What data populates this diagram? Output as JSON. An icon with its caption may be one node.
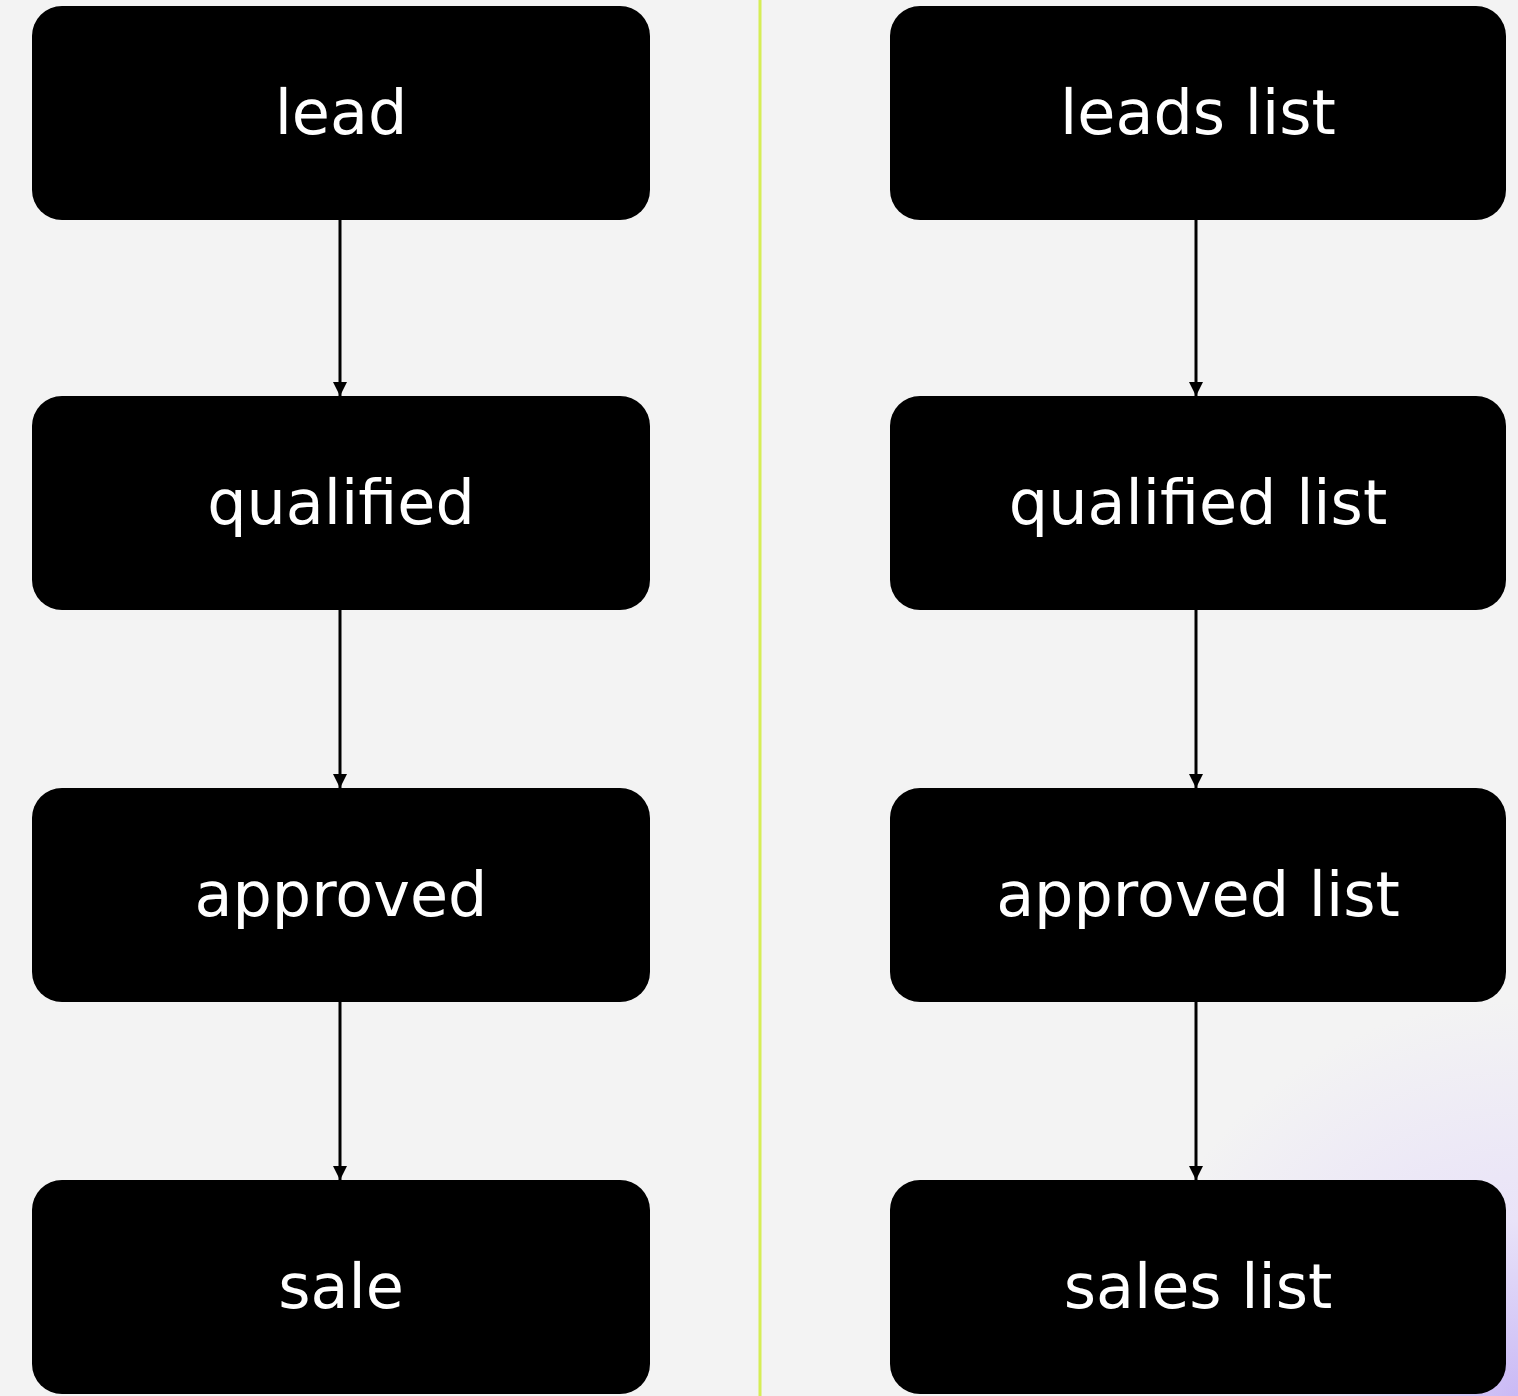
{
  "diagram": {
    "nodes": [
      {
        "text": [
          "lead"
        ]
      },
      {
        "text": [
          "qualified"
        ]
      },
      {
        "text": [
          "approved"
        ]
      },
      {
        "text": [
          "sale"
        ]
      },
      {
        "text": [
          "leads list"
        ]
      },
      {
        "text": [
          "qualified list"
        ]
      },
      {
        "text": [
          "approved list"
        ]
      },
      {
        "text": [
          "sales list"
        ]
      }
    ],
    "edges": [
      {
        "from": 0,
        "to": 1,
        "arrow": "to"
      },
      {
        "from": 1,
        "to": 2,
        "arrow": "to"
      },
      {
        "from": 2,
        "to": 3,
        "arrow": "to"
      },
      {
        "from": 4,
        "to": 5,
        "arrow": "to"
      },
      {
        "from": 5,
        "to": 6,
        "arrow": "to"
      },
      {
        "from": 6,
        "to": 7,
        "arrow": "to"
      }
    ]
  }
}
